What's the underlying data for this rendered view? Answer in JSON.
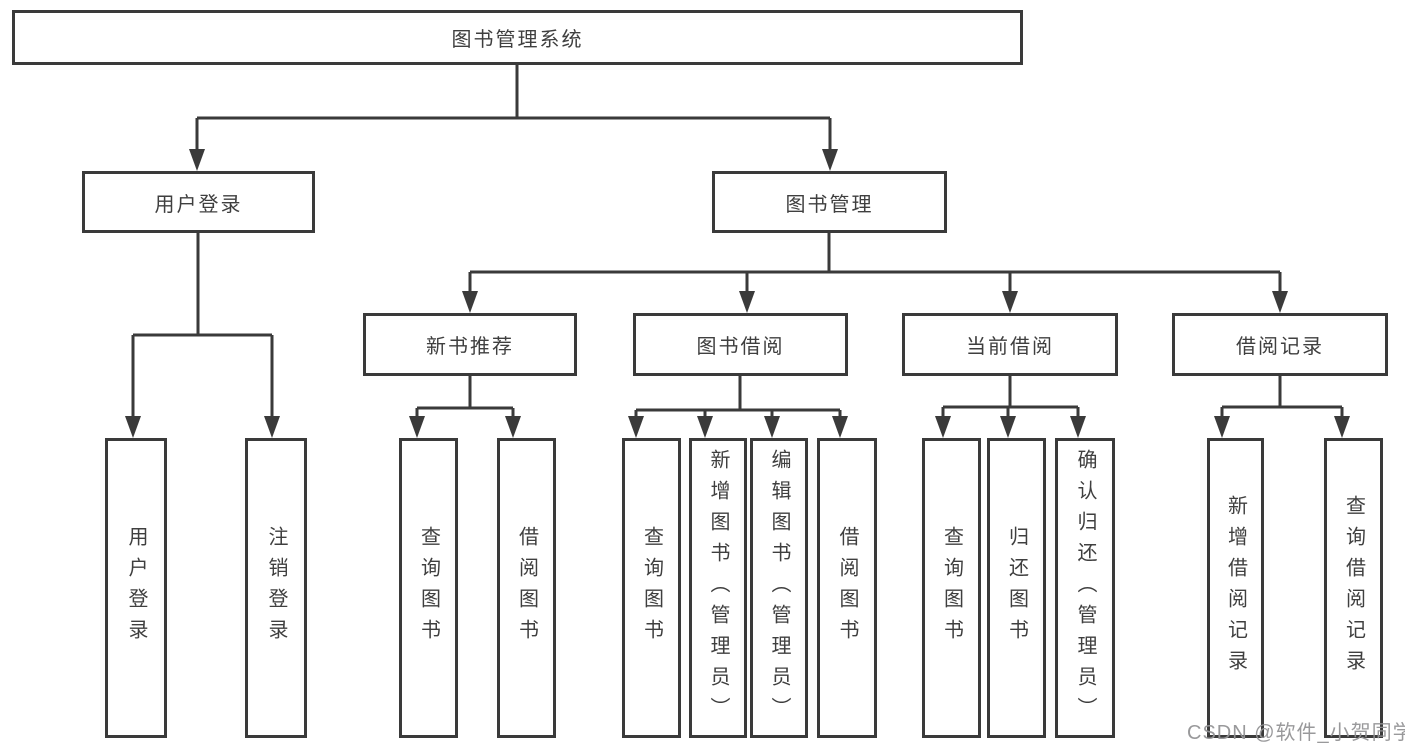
{
  "diagram": {
    "title": "图书管理系统",
    "type": "hierarchy",
    "colors": {
      "line": "#3a3a3a",
      "border": "#3a3a3a",
      "text": "#3f3f3f",
      "watermark": "#949496",
      "background": "#ffffff"
    },
    "nodes": {
      "root": {
        "label": "图书管理系统",
        "level": 1
      },
      "user_login": {
        "label": "用户登录",
        "level": 2,
        "parent": "root"
      },
      "book_mgmt": {
        "label": "图书管理",
        "level": 2,
        "parent": "root"
      },
      "new_books": {
        "label": "新书推荐",
        "level": 3,
        "parent": "book_mgmt"
      },
      "book_borrow": {
        "label": "图书借阅",
        "level": 3,
        "parent": "book_mgmt"
      },
      "current_borrow": {
        "label": "当前借阅",
        "level": 3,
        "parent": "book_mgmt"
      },
      "borrow_records": {
        "label": "借阅记录",
        "level": 3,
        "parent": "book_mgmt"
      },
      "leaf_user_login": {
        "label": "用户登录",
        "parent": "user_login"
      },
      "leaf_logout": {
        "label": "注销登录",
        "parent": "user_login"
      },
      "leaf_nb_query": {
        "label": "查询图书",
        "parent": "new_books"
      },
      "leaf_nb_borrow": {
        "label": "借阅图书",
        "parent": "new_books"
      },
      "leaf_bb_query": {
        "label": "查询图书",
        "parent": "book_borrow"
      },
      "leaf_bb_add": {
        "label": "新增图书（管理员）",
        "parent": "book_borrow"
      },
      "leaf_bb_edit": {
        "label": "编辑图书（管理员）",
        "parent": "book_borrow"
      },
      "leaf_bb_borrow": {
        "label": "借阅图书",
        "parent": "book_borrow"
      },
      "leaf_cb_query": {
        "label": "查询图书",
        "parent": "current_borrow"
      },
      "leaf_cb_return": {
        "label": "归还图书",
        "parent": "current_borrow"
      },
      "leaf_cb_confirm": {
        "label": "确认归还（管理员）",
        "parent": "current_borrow"
      },
      "leaf_br_add": {
        "label": "新增借阅记录",
        "parent": "borrow_records"
      },
      "leaf_br_query": {
        "label": "查询借阅记录",
        "parent": "borrow_records"
      }
    },
    "watermark": "CSDN @软件_小贺同学"
  }
}
